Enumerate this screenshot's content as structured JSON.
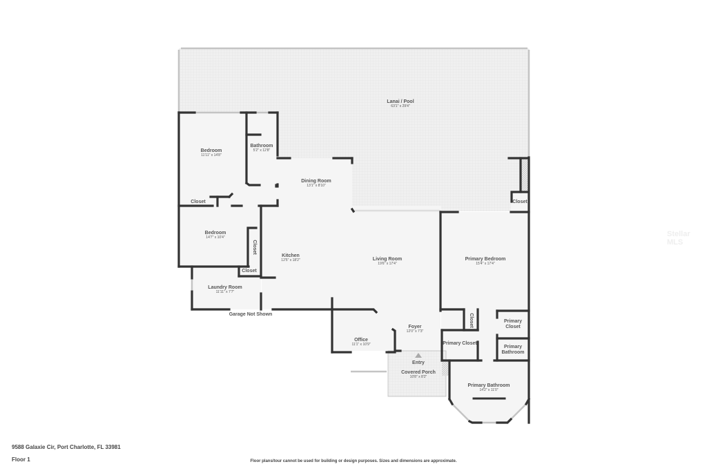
{
  "footer": {
    "address": "9588 Galaxie Cir, Port Charlotte, FL 33981",
    "floor": "Floor 1",
    "disclaimer": "Floor plans/tour cannot be used for building or design purposes. Sizes and dimensions are approximate."
  },
  "watermark": "Stellar MLS",
  "colors": {
    "wall": "#333333",
    "floor": "#f4f4f4",
    "outdoor": "#ececec",
    "window": "#bdbdbd"
  },
  "rooms": {
    "lanai": {
      "name": "Lanai / Pool",
      "dims": "63'1\" x 29'4\""
    },
    "bedroom1": {
      "name": "Bedroom",
      "dims": "11'11\" x 14'8\""
    },
    "bathroom": {
      "name": "Bathroom",
      "dims": "5'2\" x 12'8\""
    },
    "dining": {
      "name": "Dining Room",
      "dims": "13'1\" x 8'10\""
    },
    "closet1": {
      "name": "Closet"
    },
    "closet_lanai": {
      "name": "Closet"
    },
    "bedroom2": {
      "name": "Bedroom",
      "dims": "14'7\" x 10'4\""
    },
    "closet_vert": {
      "name": "Closet"
    },
    "closet3": {
      "name": "Closet"
    },
    "kitchen": {
      "name": "Kitchen",
      "dims": "12'5\" x 18'2\""
    },
    "living": {
      "name": "Living Room",
      "dims": "19'6\" x 17'4\""
    },
    "primary_bedroom": {
      "name": "Primary Bedroom",
      "dims": "15'4\" x 17'4\""
    },
    "laundry": {
      "name": "Laundry Room",
      "dims": "11'11\" x 7'7\""
    },
    "garage_note": {
      "name": "Garage Not Shown"
    },
    "office": {
      "name": "Office",
      "dims": "11'1\" x 10'9\""
    },
    "foyer": {
      "name": "Foyer",
      "dims": "12'0\" x 7'3\""
    },
    "entry": {
      "name": "Entry"
    },
    "covered_porch": {
      "name": "Covered Porch",
      "dims": "10'8\" x 8'2\""
    },
    "closet_primary_vert": {
      "name": "Closet"
    },
    "primary_closet_a": {
      "name": "Primary Closet"
    },
    "primary_closet_b": {
      "name": "Primary Closet"
    },
    "primary_bathroom_small": {
      "name": "Primary Bathroom"
    },
    "primary_bathroom": {
      "name": "Primary Bathroom",
      "dims": "14'2\" x 11'0\""
    }
  }
}
